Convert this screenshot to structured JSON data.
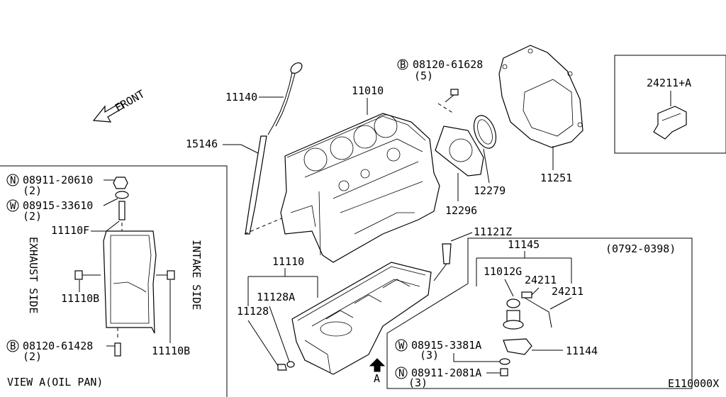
{
  "diagram": {
    "front_label": "FRONT",
    "view_label": "VIEW A(OIL PAN)",
    "arrow_a_label": "A",
    "footer_code": "E110000X",
    "date_range": "(0792-0398)",
    "exhaust_side": "EXHAUST SIDE",
    "intake_side": "INTAKE SIDE",
    "parts": {
      "p11140": "11140",
      "p11010": "11010",
      "p15146": "15146",
      "p11251": "11251",
      "p12279": "12279",
      "p12296": "12296",
      "p24211a": "24211+A",
      "p11121z": "11121Z",
      "p11145": "11145",
      "p11012g": "11012G",
      "p24211_1": "24211",
      "p24211_2": "24211",
      "p11144": "11144",
      "p11110": "11110",
      "p11128a": "11128A",
      "p11128": "11128",
      "p11110f": "11110F",
      "p11110b_1": "11110B",
      "p11110b_2": "11110B"
    },
    "fasteners": {
      "b1": {
        "prefix": "B",
        "number": "08120-61628",
        "qty": "(5)"
      },
      "n1": {
        "prefix": "N",
        "number": "08911-20610",
        "qty": "(2)"
      },
      "w1": {
        "prefix": "W",
        "number": "08915-33610",
        "qty": "(2)"
      },
      "b2": {
        "prefix": "B",
        "number": "08120-61428",
        "qty": "(2)"
      },
      "w2": {
        "prefix": "W",
        "number": "08915-3381A",
        "qty": "(3)"
      },
      "n2": {
        "prefix": "N",
        "number": "08911-2081A",
        "qty": "(3)"
      }
    }
  }
}
